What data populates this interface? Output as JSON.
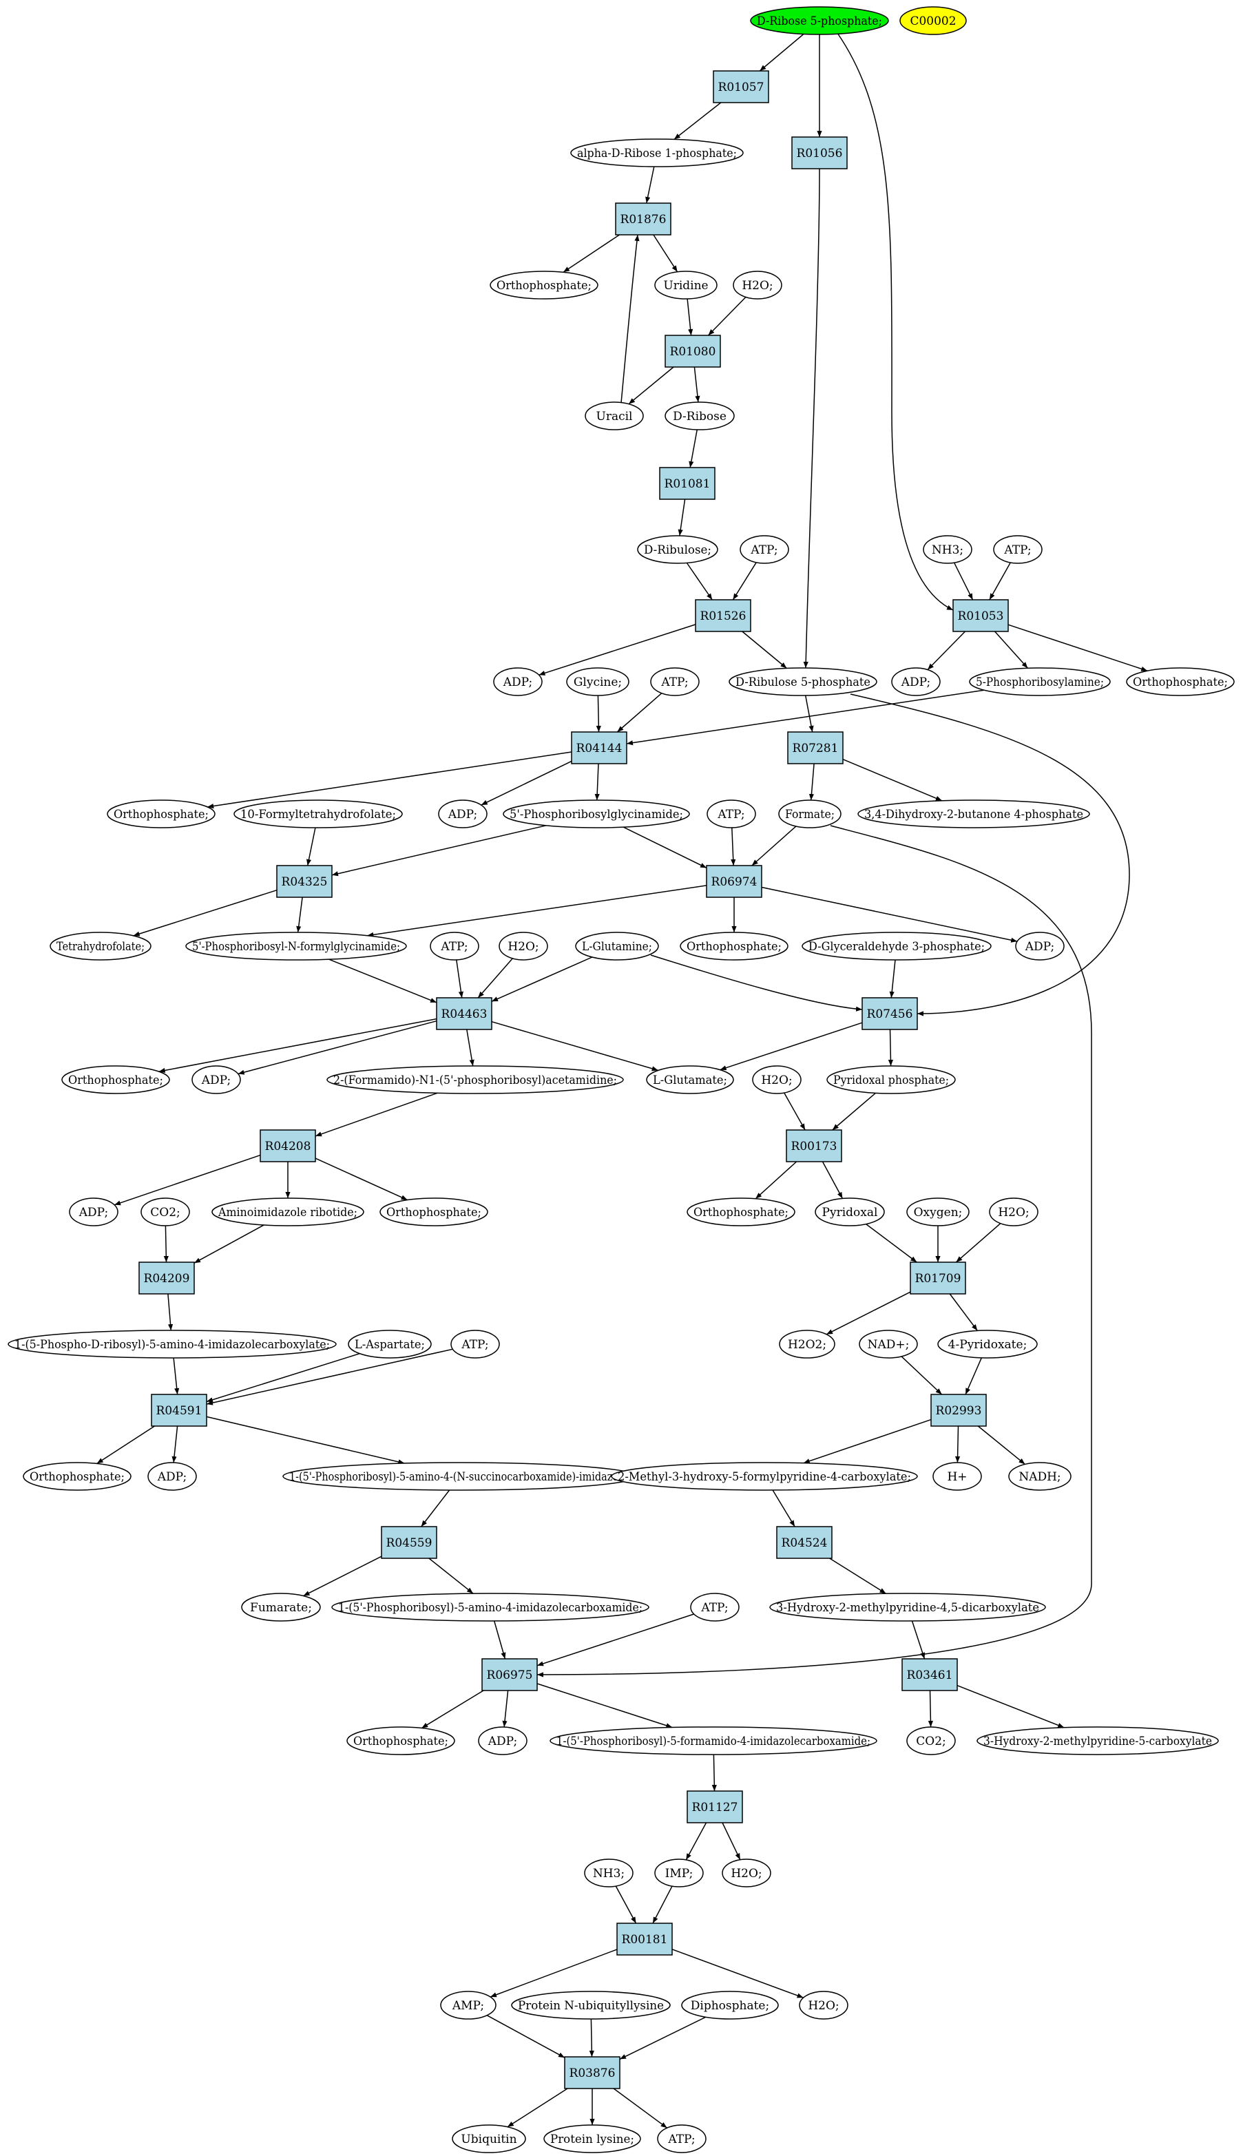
{
  "colors": {
    "reaction": "#add8e6",
    "compound": "#ffffff",
    "source": "#00ee00",
    "highlight": "#ffff00",
    "edge": "#000000"
  },
  "nodes": [
    {
      "id": "src",
      "label": "D-Ribose 5-phosphate;",
      "shape": "ellipse",
      "color": "source"
    },
    {
      "id": "c00002",
      "label": "C00002",
      "shape": "ellipse",
      "color": "highlight"
    },
    {
      "id": "r01057",
      "label": "R01057",
      "shape": "box"
    },
    {
      "id": "r01056",
      "label": "R01056",
      "shape": "box"
    },
    {
      "id": "adr1p",
      "label": "alpha-D-Ribose 1-phosphate;",
      "shape": "ellipse"
    },
    {
      "id": "r01876",
      "label": "R01876",
      "shape": "box"
    },
    {
      "id": "ortho1",
      "label": "Orthophosphate;",
      "shape": "ellipse"
    },
    {
      "id": "uridine",
      "label": "Uridine",
      "shape": "ellipse"
    },
    {
      "id": "h2o1",
      "label": "H2O;",
      "shape": "ellipse"
    },
    {
      "id": "r01080",
      "label": "R01080",
      "shape": "box"
    },
    {
      "id": "uracil",
      "label": "Uracil",
      "shape": "ellipse"
    },
    {
      "id": "dribose",
      "label": "D-Ribose",
      "shape": "ellipse"
    },
    {
      "id": "r01081",
      "label": "R01081",
      "shape": "box"
    },
    {
      "id": "dribulose",
      "label": "D-Ribulose;",
      "shape": "ellipse"
    },
    {
      "id": "atp1",
      "label": "ATP;",
      "shape": "ellipse"
    },
    {
      "id": "nh3a",
      "label": "NH3;",
      "shape": "ellipse"
    },
    {
      "id": "atp2",
      "label": "ATP;",
      "shape": "ellipse"
    },
    {
      "id": "r01526",
      "label": "R01526",
      "shape": "box"
    },
    {
      "id": "r01053",
      "label": "R01053",
      "shape": "box"
    },
    {
      "id": "adp1",
      "label": "ADP;",
      "shape": "ellipse"
    },
    {
      "id": "glycine",
      "label": "Glycine;",
      "shape": "ellipse"
    },
    {
      "id": "atp3",
      "label": "ATP;",
      "shape": "ellipse"
    },
    {
      "id": "dru5p",
      "label": "D-Ribulose 5-phosphate",
      "shape": "ellipse"
    },
    {
      "id": "adp2",
      "label": "ADP;",
      "shape": "ellipse"
    },
    {
      "id": "prpa",
      "label": "5-Phosphoribosylamine;",
      "shape": "ellipse"
    },
    {
      "id": "ortho2",
      "label": "Orthophosphate;",
      "shape": "ellipse"
    },
    {
      "id": "r04144",
      "label": "R04144",
      "shape": "box"
    },
    {
      "id": "r07281",
      "label": "R07281",
      "shape": "box"
    },
    {
      "id": "ortho3",
      "label": "Orthophosphate;",
      "shape": "ellipse"
    },
    {
      "id": "fthf",
      "label": "10-Formyltetrahydrofolate;",
      "shape": "ellipse"
    },
    {
      "id": "adp3",
      "label": "ADP;",
      "shape": "ellipse"
    },
    {
      "id": "gar",
      "label": "5'-Phosphoribosylglycinamide;",
      "shape": "ellipse"
    },
    {
      "id": "atp4",
      "label": "ATP;",
      "shape": "ellipse"
    },
    {
      "id": "formate",
      "label": "Formate;",
      "shape": "ellipse"
    },
    {
      "id": "dhbp",
      "label": "3,4-Dihydroxy-2-butanone 4-phosphate",
      "shape": "ellipse"
    },
    {
      "id": "r04325",
      "label": "R04325",
      "shape": "box"
    },
    {
      "id": "r06974",
      "label": "R06974",
      "shape": "box"
    },
    {
      "id": "thf",
      "label": "Tetrahydrofolate;",
      "shape": "ellipse"
    },
    {
      "id": "fgar",
      "label": "5'-Phosphoribosyl-N-formylglycinamide;",
      "shape": "ellipse"
    },
    {
      "id": "atp5",
      "label": "ATP;",
      "shape": "ellipse"
    },
    {
      "id": "h2o2",
      "label": "H2O;",
      "shape": "ellipse"
    },
    {
      "id": "lgln",
      "label": "L-Glutamine;",
      "shape": "ellipse"
    },
    {
      "id": "ortho4",
      "label": "Orthophosphate;",
      "shape": "ellipse"
    },
    {
      "id": "g3p",
      "label": "D-Glyceraldehyde 3-phosphate;",
      "shape": "ellipse"
    },
    {
      "id": "adp4",
      "label": "ADP;",
      "shape": "ellipse"
    },
    {
      "id": "r04463",
      "label": "R04463",
      "shape": "box"
    },
    {
      "id": "r07456",
      "label": "R07456",
      "shape": "box"
    },
    {
      "id": "ortho5",
      "label": "Orthophosphate;",
      "shape": "ellipse"
    },
    {
      "id": "adp5",
      "label": "ADP;",
      "shape": "ellipse"
    },
    {
      "id": "fgam",
      "label": "2-(Formamido)-N1-(5'-phosphoribosyl)acetamidine;",
      "shape": "ellipse"
    },
    {
      "id": "lglu",
      "label": "L-Glutamate;",
      "shape": "ellipse"
    },
    {
      "id": "h2o3",
      "label": "H2O;",
      "shape": "ellipse"
    },
    {
      "id": "plp",
      "label": "Pyridoxal phosphate;",
      "shape": "ellipse"
    },
    {
      "id": "atp6",
      "label": "ATP;",
      "shape": "ellipse"
    },
    {
      "id": "r04208",
      "label": "R04208",
      "shape": "box"
    },
    {
      "id": "r00173",
      "label": "R00173",
      "shape": "box"
    },
    {
      "id": "adp6",
      "label": "ADP;",
      "shape": "ellipse"
    },
    {
      "id": "co2a",
      "label": "CO2;",
      "shape": "ellipse"
    },
    {
      "id": "air",
      "label": "Aminoimidazole ribotide;",
      "shape": "ellipse"
    },
    {
      "id": "ortho6",
      "label": "Orthophosphate;",
      "shape": "ellipse"
    },
    {
      "id": "ortho7",
      "label": "Orthophosphate;",
      "shape": "ellipse"
    },
    {
      "id": "pyridoxal",
      "label": "Pyridoxal",
      "shape": "ellipse"
    },
    {
      "id": "oxygen",
      "label": "Oxygen;",
      "shape": "ellipse"
    },
    {
      "id": "h2o4",
      "label": "H2O;",
      "shape": "ellipse"
    },
    {
      "id": "r04209",
      "label": "R04209",
      "shape": "box"
    },
    {
      "id": "r01709",
      "label": "R01709",
      "shape": "box"
    },
    {
      "id": "cair",
      "label": "1-(5-Phospho-D-ribosyl)-5-amino-4-imidazolecarboxylate;",
      "shape": "ellipse"
    },
    {
      "id": "lasp",
      "label": "L-Aspartate;",
      "shape": "ellipse"
    },
    {
      "id": "atp7",
      "label": "ATP;",
      "shape": "ellipse"
    },
    {
      "id": "h2o2b",
      "label": "H2O2;",
      "shape": "ellipse"
    },
    {
      "id": "nad",
      "label": "NAD+;",
      "shape": "ellipse"
    },
    {
      "id": "pyridoxate",
      "label": "4-Pyridoxate;",
      "shape": "ellipse"
    },
    {
      "id": "r04591",
      "label": "R04591",
      "shape": "box"
    },
    {
      "id": "r02993",
      "label": "R02993",
      "shape": "box"
    },
    {
      "id": "ortho8",
      "label": "Orthophosphate;",
      "shape": "ellipse"
    },
    {
      "id": "adp7",
      "label": "ADP;",
      "shape": "ellipse"
    },
    {
      "id": "saicar",
      "label": "1-(5'-Phosphoribosyl)-5-amino-4-(N-succinocarboxamide)-imidazole;",
      "shape": "ellipse"
    },
    {
      "id": "mhfpc",
      "label": "2-Methyl-3-hydroxy-5-formylpyridine-4-carboxylate;",
      "shape": "ellipse"
    },
    {
      "id": "hplus",
      "label": "H+",
      "shape": "ellipse"
    },
    {
      "id": "nadh",
      "label": "NADH;",
      "shape": "ellipse"
    },
    {
      "id": "r04559",
      "label": "R04559",
      "shape": "box"
    },
    {
      "id": "r04524",
      "label": "R04524",
      "shape": "box"
    },
    {
      "id": "fumarate",
      "label": "Fumarate;",
      "shape": "ellipse"
    },
    {
      "id": "aicar",
      "label": "1-(5'-Phosphoribosyl)-5-amino-4-imidazolecarboxamide;",
      "shape": "ellipse"
    },
    {
      "id": "atp8",
      "label": "ATP;",
      "shape": "ellipse"
    },
    {
      "id": "hmpdc",
      "label": "3-Hydroxy-2-methylpyridine-4,5-dicarboxylate",
      "shape": "ellipse"
    },
    {
      "id": "r06975",
      "label": "R06975",
      "shape": "box"
    },
    {
      "id": "r03461",
      "label": "R03461",
      "shape": "box"
    },
    {
      "id": "ortho9",
      "label": "Orthophosphate;",
      "shape": "ellipse"
    },
    {
      "id": "adp8",
      "label": "ADP;",
      "shape": "ellipse"
    },
    {
      "id": "faicar",
      "label": "1-(5'-Phosphoribosyl)-5-formamido-4-imidazolecarboxamide;",
      "shape": "ellipse"
    },
    {
      "id": "co2b",
      "label": "CO2;",
      "shape": "ellipse"
    },
    {
      "id": "hmpc",
      "label": "3-Hydroxy-2-methylpyridine-5-carboxylate",
      "shape": "ellipse"
    },
    {
      "id": "r01127",
      "label": "R01127",
      "shape": "box"
    },
    {
      "id": "nh3b",
      "label": "NH3;",
      "shape": "ellipse"
    },
    {
      "id": "imp",
      "label": "IMP;",
      "shape": "ellipse"
    },
    {
      "id": "h2o5",
      "label": "H2O;",
      "shape": "ellipse"
    },
    {
      "id": "r00181",
      "label": "R00181",
      "shape": "box"
    },
    {
      "id": "amp",
      "label": "AMP;",
      "shape": "ellipse"
    },
    {
      "id": "pnul",
      "label": "Protein N-ubiquityllysine",
      "shape": "ellipse"
    },
    {
      "id": "dipho",
      "label": "Diphosphate;",
      "shape": "ellipse"
    },
    {
      "id": "h2o6",
      "label": "H2O;",
      "shape": "ellipse"
    },
    {
      "id": "r03876",
      "label": "R03876",
      "shape": "box"
    },
    {
      "id": "ubiquitin",
      "label": "Ubiquitin",
      "shape": "ellipse"
    },
    {
      "id": "plys",
      "label": "Protein lysine;",
      "shape": "ellipse"
    },
    {
      "id": "atp9",
      "label": "ATP;",
      "shape": "ellipse"
    }
  ],
  "edges": [
    [
      "src",
      "r01057"
    ],
    [
      "src",
      "r01056"
    ],
    [
      "src",
      "r01053"
    ],
    [
      "r01057",
      "adr1p"
    ],
    [
      "adr1p",
      "r01876"
    ],
    [
      "r01876",
      "ortho1"
    ],
    [
      "r01876",
      "uridine"
    ],
    [
      "uracil",
      "r01876"
    ],
    [
      "uridine",
      "r01080"
    ],
    [
      "h2o1",
      "r01080"
    ],
    [
      "r01080",
      "uracil"
    ],
    [
      "r01080",
      "dribose"
    ],
    [
      "dribose",
      "r01081"
    ],
    [
      "r01081",
      "dribulose"
    ],
    [
      "dribulose",
      "r01526"
    ],
    [
      "atp1",
      "r01526"
    ],
    [
      "r01056",
      "dru5p"
    ],
    [
      "nh3a",
      "r01053"
    ],
    [
      "atp2",
      "r01053"
    ],
    [
      "r01526",
      "adp1"
    ],
    [
      "r01526",
      "dru5p"
    ],
    [
      "r01053",
      "adp2"
    ],
    [
      "r01053",
      "prpa"
    ],
    [
      "r01053",
      "ortho2"
    ],
    [
      "glycine",
      "r04144"
    ],
    [
      "atp3",
      "r04144"
    ],
    [
      "prpa",
      "r04144"
    ],
    [
      "dru5p",
      "r07281"
    ],
    [
      "dru5p",
      "r07456"
    ],
    [
      "r04144",
      "ortho3"
    ],
    [
      "r04144",
      "adp3"
    ],
    [
      "r04144",
      "gar"
    ],
    [
      "r07281",
      "formate"
    ],
    [
      "r07281",
      "dhbp"
    ],
    [
      "fthf",
      "r04325"
    ],
    [
      "gar",
      "r04325"
    ],
    [
      "gar",
      "r06974"
    ],
    [
      "atp4",
      "r06974"
    ],
    [
      "formate",
      "r06974"
    ],
    [
      "formate",
      "r06975"
    ],
    [
      "r04325",
      "thf"
    ],
    [
      "r04325",
      "fgar"
    ],
    [
      "r06974",
      "fgar"
    ],
    [
      "r06974",
      "ortho4"
    ],
    [
      "r06974",
      "adp4"
    ],
    [
      "fgar",
      "r04463"
    ],
    [
      "atp5",
      "r04463"
    ],
    [
      "h2o2",
      "r04463"
    ],
    [
      "lgln",
      "r04463"
    ],
    [
      "lgln",
      "r07456"
    ],
    [
      "g3p",
      "r07456"
    ],
    [
      "r04463",
      "ortho5"
    ],
    [
      "r04463",
      "adp5"
    ],
    [
      "r04463",
      "fgam"
    ],
    [
      "r04463",
      "lglu"
    ],
    [
      "r07456",
      "lglu"
    ],
    [
      "r07456",
      "plp"
    ],
    [
      "fgam",
      "r04208"
    ],
    [
      "atp6",
      "r04208"
    ],
    [
      "h2o3",
      "r00173"
    ],
    [
      "plp",
      "r00173"
    ],
    [
      "r04208",
      "adp6"
    ],
    [
      "r04208",
      "air"
    ],
    [
      "r04208",
      "ortho6"
    ],
    [
      "co2a",
      "r04209"
    ],
    [
      "air",
      "r04209"
    ],
    [
      "r00173",
      "ortho7"
    ],
    [
      "r00173",
      "pyridoxal"
    ],
    [
      "pyridoxal",
      "r01709"
    ],
    [
      "oxygen",
      "r01709"
    ],
    [
      "h2o4",
      "r01709"
    ],
    [
      "r04209",
      "cair"
    ],
    [
      "r01709",
      "h2o2b"
    ],
    [
      "r01709",
      "pyridoxate"
    ],
    [
      "cair",
      "r04591"
    ],
    [
      "lasp",
      "r04591"
    ],
    [
      "atp7",
      "r04591"
    ],
    [
      "nad",
      "r02993"
    ],
    [
      "pyridoxate",
      "r02993"
    ],
    [
      "r04591",
      "ortho8"
    ],
    [
      "r04591",
      "adp7"
    ],
    [
      "r04591",
      "saicar"
    ],
    [
      "r02993",
      "mhfpc"
    ],
    [
      "r02993",
      "hplus"
    ],
    [
      "r02993",
      "nadh"
    ],
    [
      "saicar",
      "r04559"
    ],
    [
      "mhfpc",
      "r04524"
    ],
    [
      "r04559",
      "fumarate"
    ],
    [
      "r04559",
      "aicar"
    ],
    [
      "r04524",
      "hmpdc"
    ],
    [
      "aicar",
      "r06975"
    ],
    [
      "atp8",
      "r06975"
    ],
    [
      "hmpdc",
      "r03461"
    ],
    [
      "r06975",
      "ortho9"
    ],
    [
      "r06975",
      "adp8"
    ],
    [
      "r06975",
      "faicar"
    ],
    [
      "r03461",
      "co2b"
    ],
    [
      "r03461",
      "hmpc"
    ],
    [
      "faicar",
      "r01127"
    ],
    [
      "r01127",
      "imp"
    ],
    [
      "r01127",
      "h2o5"
    ],
    [
      "nh3b",
      "r00181"
    ],
    [
      "imp",
      "r00181"
    ],
    [
      "r00181",
      "amp"
    ],
    [
      "r00181",
      "h2o6"
    ],
    [
      "amp",
      "r03876"
    ],
    [
      "pnul",
      "r03876"
    ],
    [
      "dipho",
      "r03876"
    ],
    [
      "r03876",
      "ubiquitin"
    ],
    [
      "r03876",
      "plys"
    ],
    [
      "r03876",
      "atp9"
    ]
  ]
}
